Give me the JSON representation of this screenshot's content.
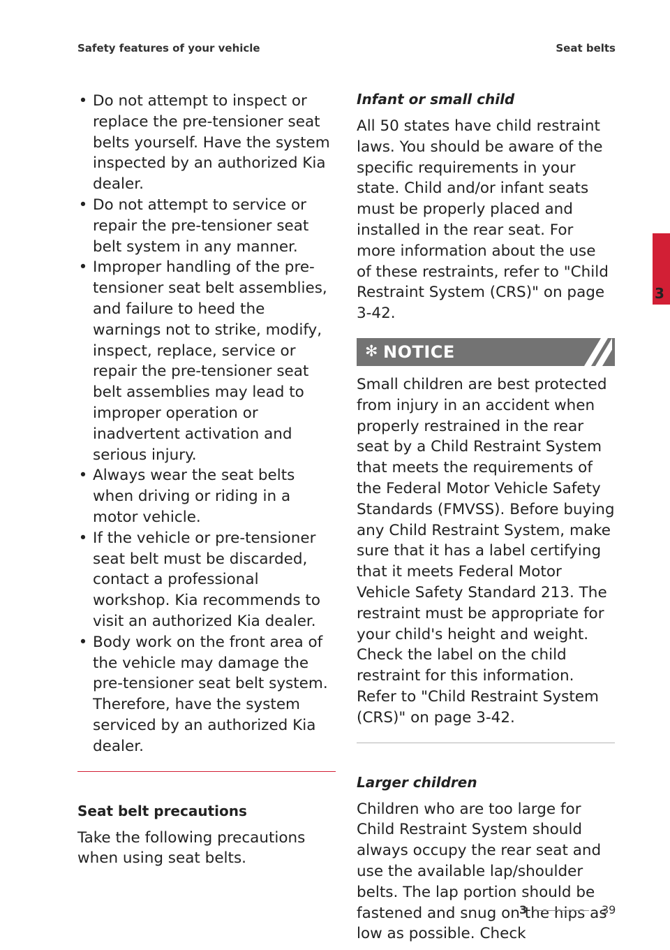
{
  "header": {
    "left": "Safety features of your vehicle",
    "right": "Seat belts"
  },
  "left_column": {
    "bullets": [
      "Do not attempt to inspect or replace the pre-tensioner seat belts yourself. Have the system inspected by an authorized Kia dealer.",
      "Do not attempt to service or repair the pre-tensioner seat belt system in any manner.",
      "Improper handling of the pre-tensioner seat belt assemblies, and failure to heed the warnings not to strike, modify, inspect, replace, service or repair the pre-tensioner seat belt assemblies may lead to improper operation or inadvertent activation and serious injury.",
      "Always wear the seat belts when driving or riding in a motor vehicle.",
      "If the vehicle or pre-tensioner seat belt must be discarded, contact a professional workshop. Kia recommends to visit an authorized Kia dealer.",
      "Body work on the front area of the vehicle may damage the pre-tensioner seat belt system. Therefore, have the system serviced by an authorized Kia dealer."
    ],
    "precautions_title": "Seat belt precautions",
    "precautions_text": "Take the following precautions when using seat belts."
  },
  "right_column": {
    "infant_title": "Infant or small child",
    "infant_text": "All 50 states have child restraint laws. You should be aware of the specific requirements in your state. Child and/or infant seats must be properly placed and installed in the rear seat. For more information about the use of these restraints, refer to \"Child Restraint System (CRS)\" on page 3-42.",
    "notice_icon": "✻",
    "notice_label": "NOTICE",
    "notice_text": "Small children are best protected from injury in an accident when properly restrained in the rear seat by a Child Restraint System that meets the requirements of the Federal Motor Vehicle Safety Standards (FMVSS). Before buying any Child Restraint System, make sure that it has a label certifying that it meets Federal Motor Vehicle Safety Standard 213. The restraint must be appropriate for your child's height and weight. Check the label on the child restraint for this information. Refer to \"Child Restraint System (CRS)\" on page 3-42.",
    "larger_title": "Larger children",
    "larger_text": "Children who are too large for Child Restraint System should always occupy the rear seat and use the available lap/shoulder belts. The lap portion should be fastened and snug on the hips as low as possible. Check"
  },
  "chapter_tab": "3",
  "footer": {
    "chapter": "3",
    "page": "39"
  },
  "colors": {
    "accent_red": "#d21f35",
    "notice_grey": "#737373",
    "text": "#222222"
  }
}
